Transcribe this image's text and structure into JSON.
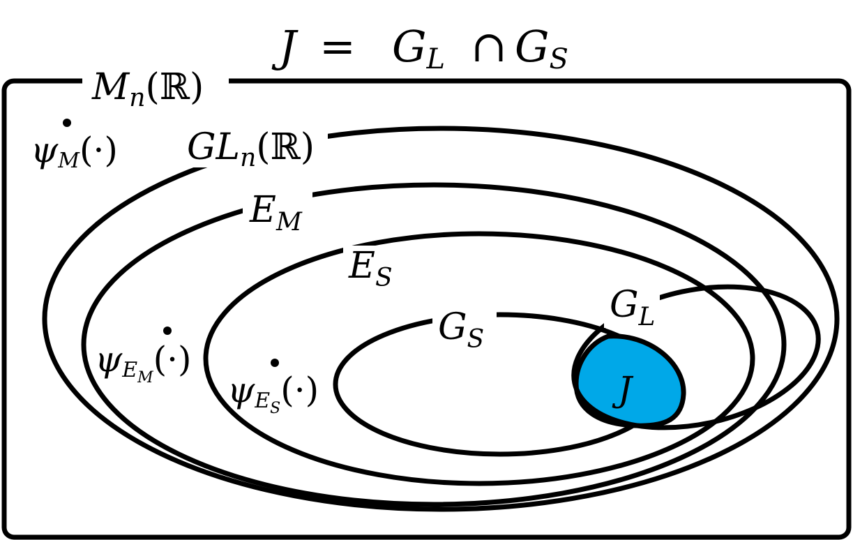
{
  "title": {
    "lhs": "J",
    "equals": "=",
    "g1": "G",
    "g1_sub": "L",
    "cap": "∩",
    "g2": "G",
    "g2_sub": "S"
  },
  "sets": {
    "mn": {
      "main": "M",
      "sub": "n",
      "paren": "(ℝ)"
    },
    "gln": {
      "main": "GL",
      "sub": "n",
      "paren": "(ℝ)"
    },
    "em": {
      "main": "E",
      "sub": "M"
    },
    "es": {
      "main": "E",
      "sub": "S"
    },
    "gs": {
      "main": "G",
      "sub": "S"
    },
    "gl": {
      "main": "G",
      "sub": "L"
    },
    "j": {
      "main": "J"
    }
  },
  "points": {
    "psi_m": {
      "main": "ψ",
      "sub": "M",
      "arg": "(·)"
    },
    "psi_em": {
      "main": "ψ",
      "sub": "E",
      "subsub": "M",
      "arg": "(·)"
    },
    "psi_es": {
      "main": "ψ",
      "sub": "E",
      "subsub": "S",
      "arg": "(·)"
    }
  },
  "colors": {
    "intersection_fill": "#00a8e8",
    "stroke": "#000000",
    "background": "#ffffff"
  }
}
